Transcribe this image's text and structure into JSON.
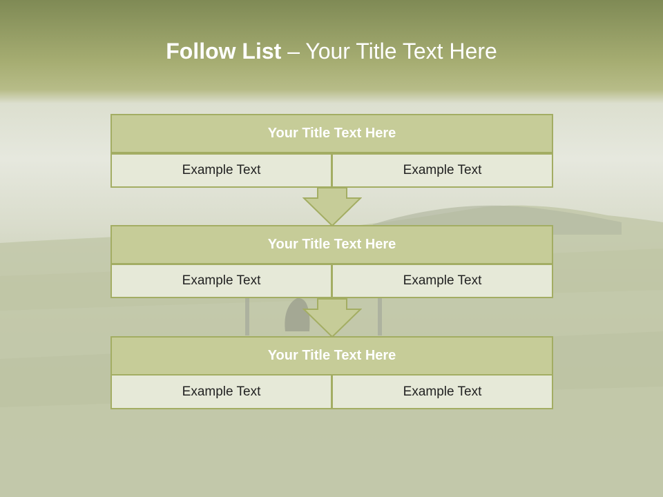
{
  "slide": {
    "title_bold": "Follow List",
    "title_rest": " – Your Title Text Here",
    "blocks": [
      {
        "title": "Your Title Text Here",
        "left_text": "Example Text",
        "right_text": "Example Text"
      },
      {
        "title": "Your Title Text Here",
        "left_text": "Example Text",
        "right_text": "Example Text"
      },
      {
        "title": "Your Title Text Here",
        "left_text": "Example Text",
        "right_text": "Example Text"
      }
    ]
  },
  "colors": {
    "accent": "#a3ad63",
    "header_fill": "#c6cc98",
    "cell_fill": "#e6e9d8",
    "arrow_fill": "#c6cc98"
  },
  "icons": [
    "down-arrow-icon",
    "down-arrow-icon"
  ]
}
